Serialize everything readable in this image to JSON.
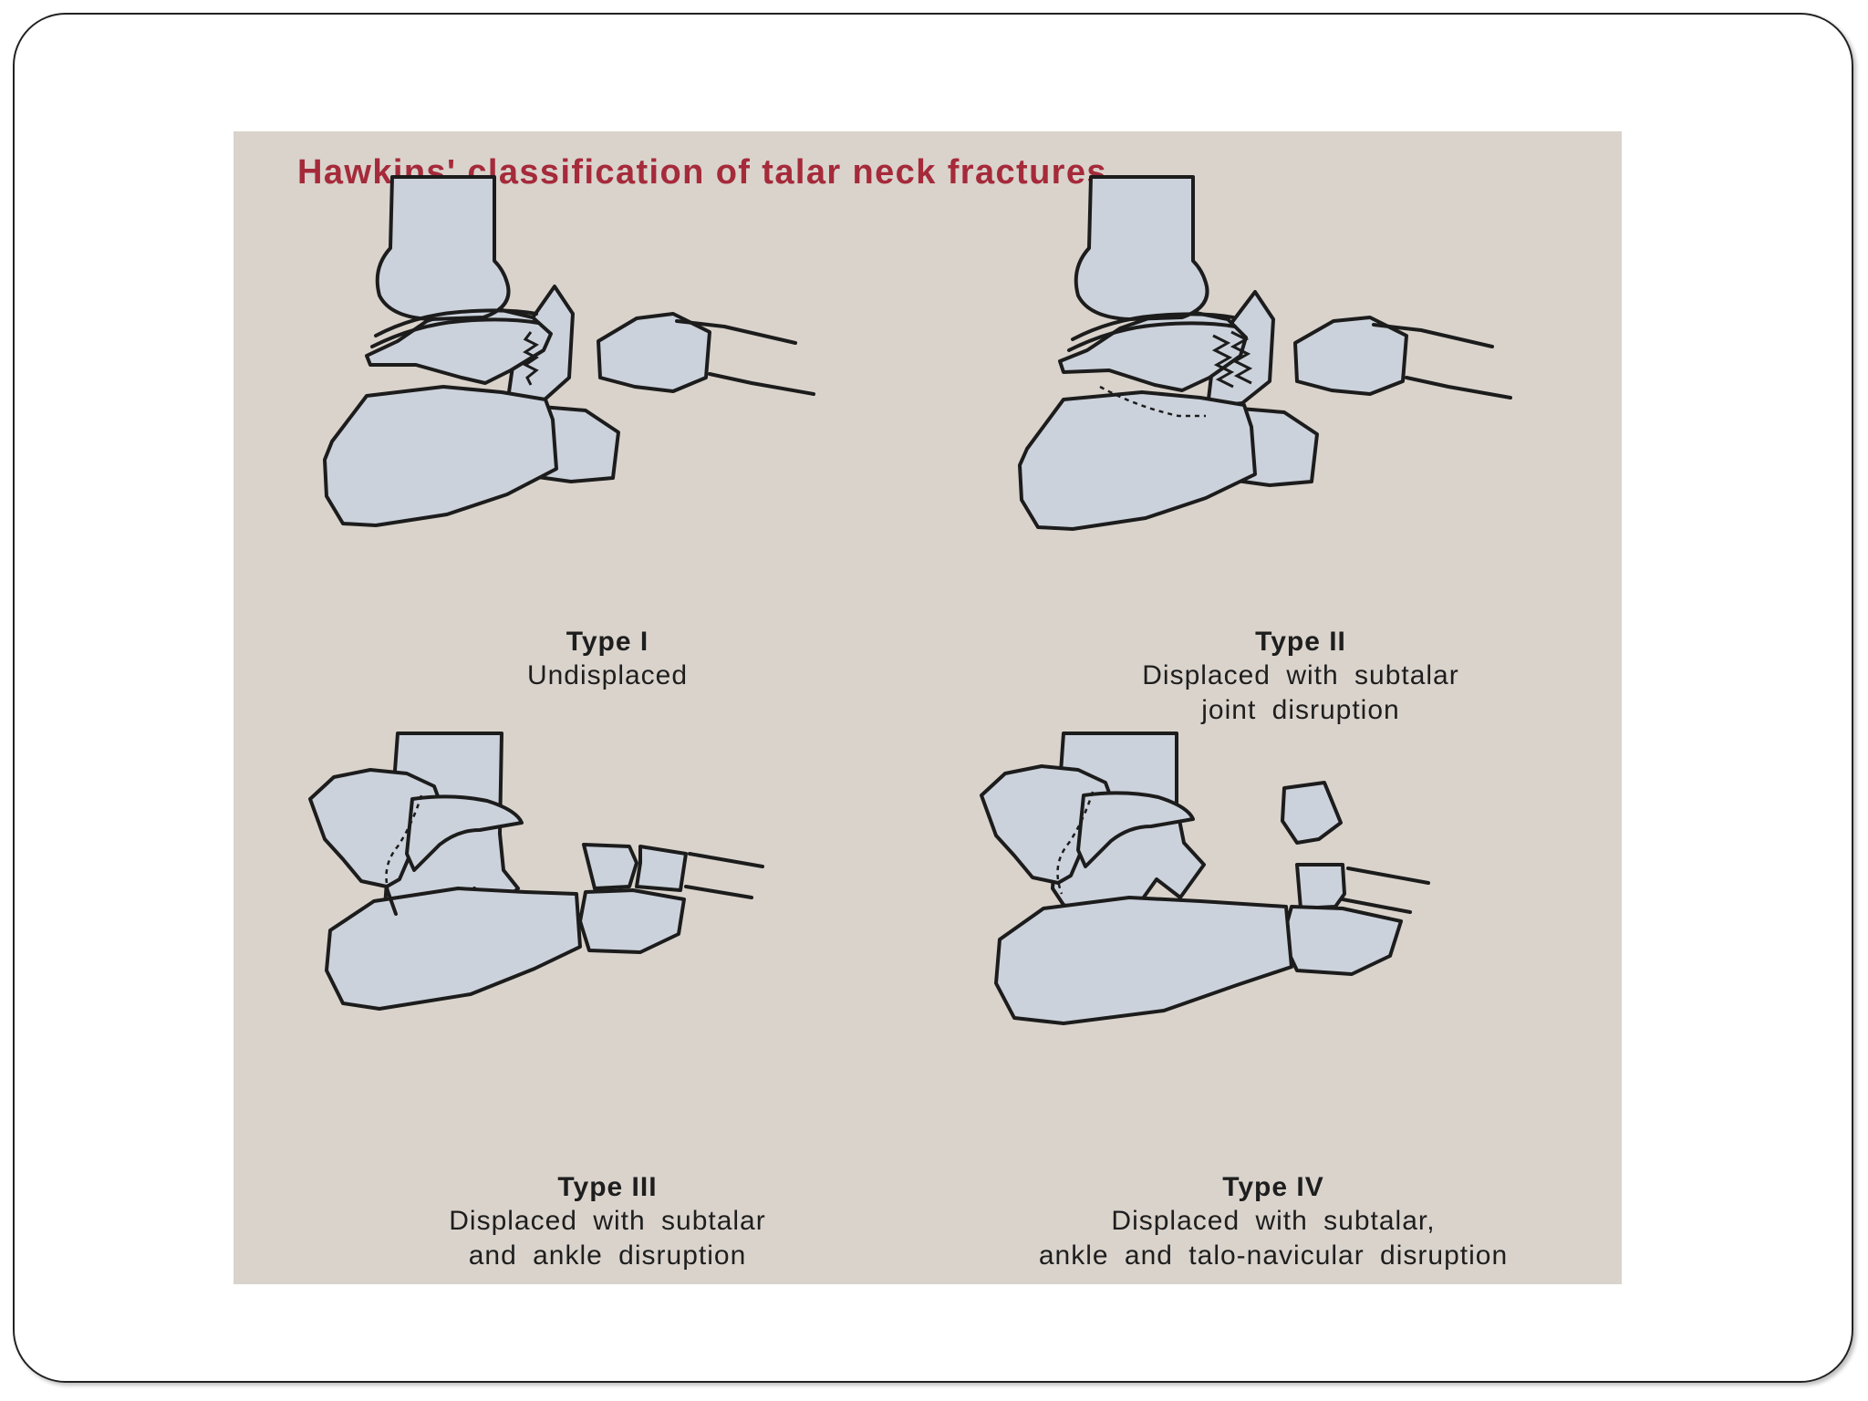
{
  "figure": {
    "title": "Hawkins' classification of talar neck fractures",
    "types": [
      {
        "label": "Type I",
        "description_lines": [
          "Undisplaced"
        ]
      },
      {
        "label": "Type II",
        "description_lines": [
          "Displaced with subtalar",
          "joint disruption"
        ]
      },
      {
        "label": "Type III",
        "description_lines": [
          "Displaced with subtalar",
          "and ankle disruption"
        ]
      },
      {
        "label": "Type IV",
        "description_lines": [
          "Displaced with subtalar,",
          "ankle and talo-navicular disruption"
        ]
      }
    ]
  },
  "colors": {
    "title": "#a52a3a",
    "panel_background": "#d9d3cc",
    "bone_fill": "#ccd2dc",
    "outline": "#1c1c1c"
  }
}
